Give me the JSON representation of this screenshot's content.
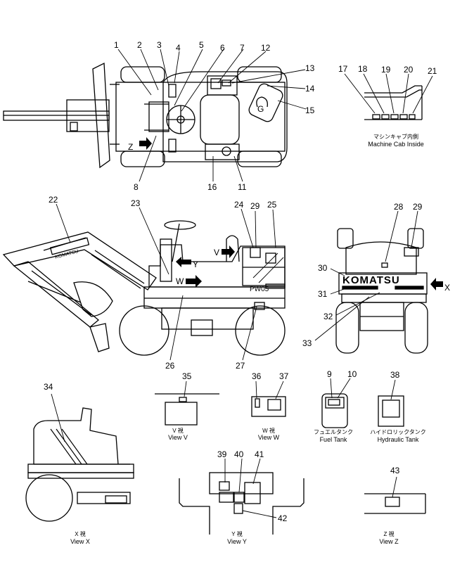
{
  "callouts": [
    "1",
    "2",
    "3",
    "4",
    "5",
    "6",
    "7",
    "12",
    "13",
    "14",
    "15",
    "16",
    "11",
    "8",
    "17",
    "18",
    "19",
    "20",
    "21",
    "22",
    "23",
    "24",
    "29",
    "25",
    "28",
    "29",
    "30",
    "31",
    "32",
    "33",
    "26",
    "27",
    "35",
    "36",
    "37",
    "9",
    "10",
    "38",
    "34",
    "39",
    "40",
    "41",
    "42",
    "43"
  ],
  "view_markers": {
    "z": "Z",
    "v": "V",
    "y": "Y",
    "w": "W",
    "x": "X"
  },
  "labels": {
    "cab_jp": "マシンキャブ内側",
    "cab_en": "Machine Cab Inside",
    "fuel_jp": "フュエルタンク",
    "fuel_en": "Fuel Tank",
    "hyd_jp": "ハイドロリックタンク",
    "hyd_en": "Hydraulic Tank",
    "view_v_jp": "V 視",
    "view_v_en": "View V",
    "view_w_jp": "W 視",
    "view_w_en": "View W",
    "view_x_jp": "X 視",
    "view_x_en": "View X",
    "view_y_jp": "Y 視",
    "view_y_en": "View Y",
    "view_z_jp": "Z 視",
    "view_z_en": "View Z"
  },
  "decals": {
    "brand": "KOMATSU",
    "model": "PW05",
    "boom_text": "KOMATSU"
  }
}
